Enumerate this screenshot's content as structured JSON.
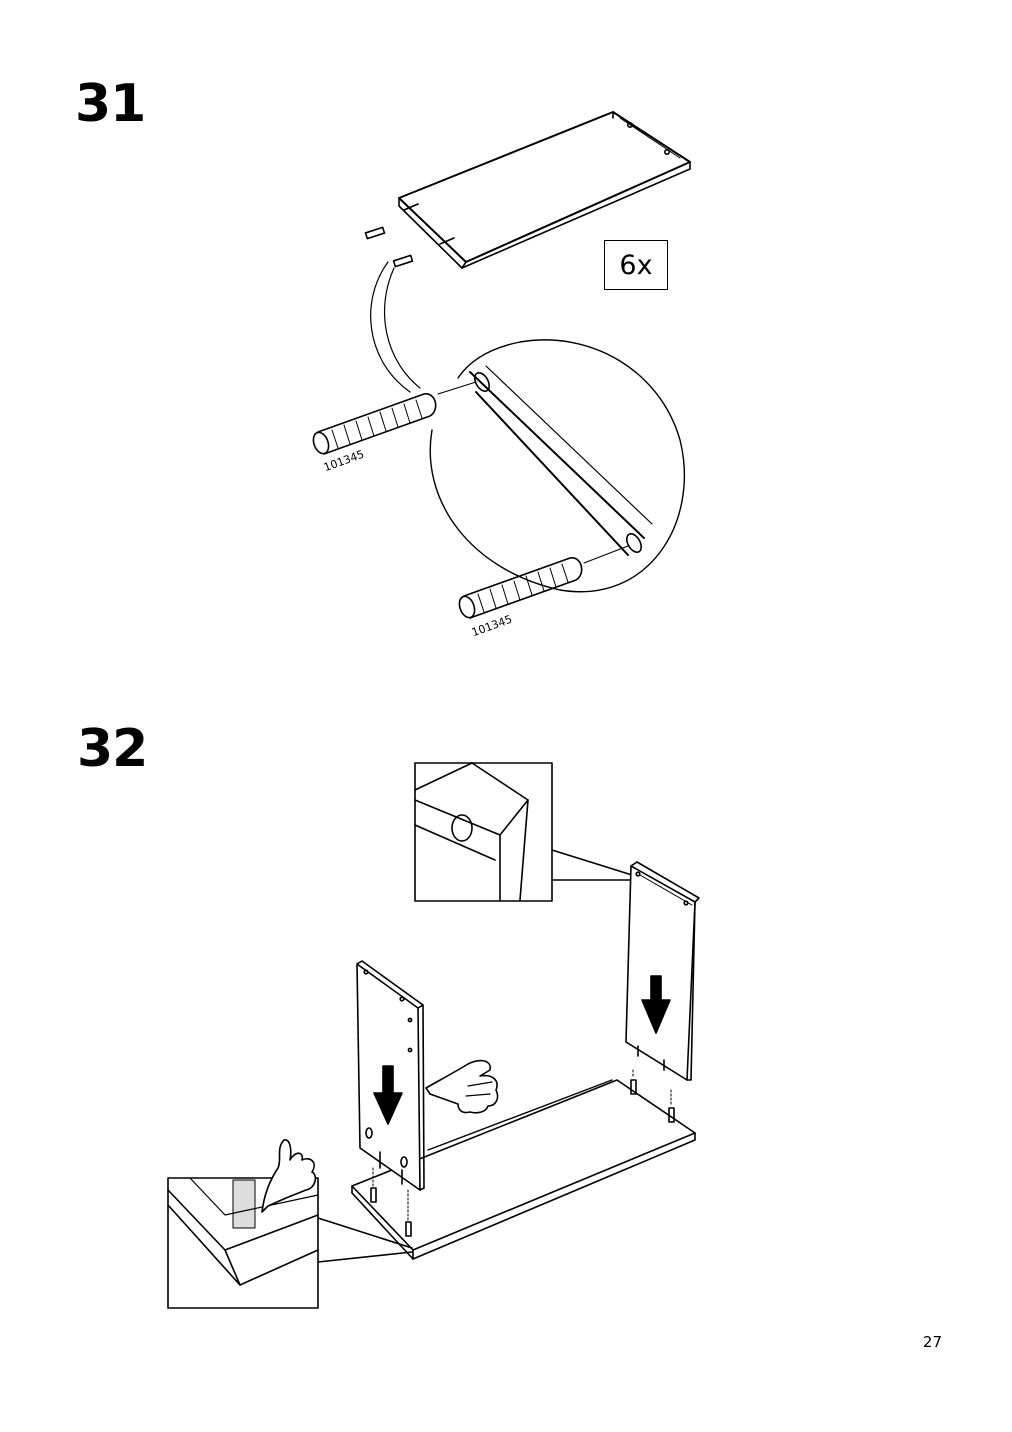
{
  "steps": [
    {
      "number": "31",
      "quantity": "6x",
      "part_number": "101345"
    },
    {
      "number": "32"
    }
  ],
  "page_number": "27"
}
